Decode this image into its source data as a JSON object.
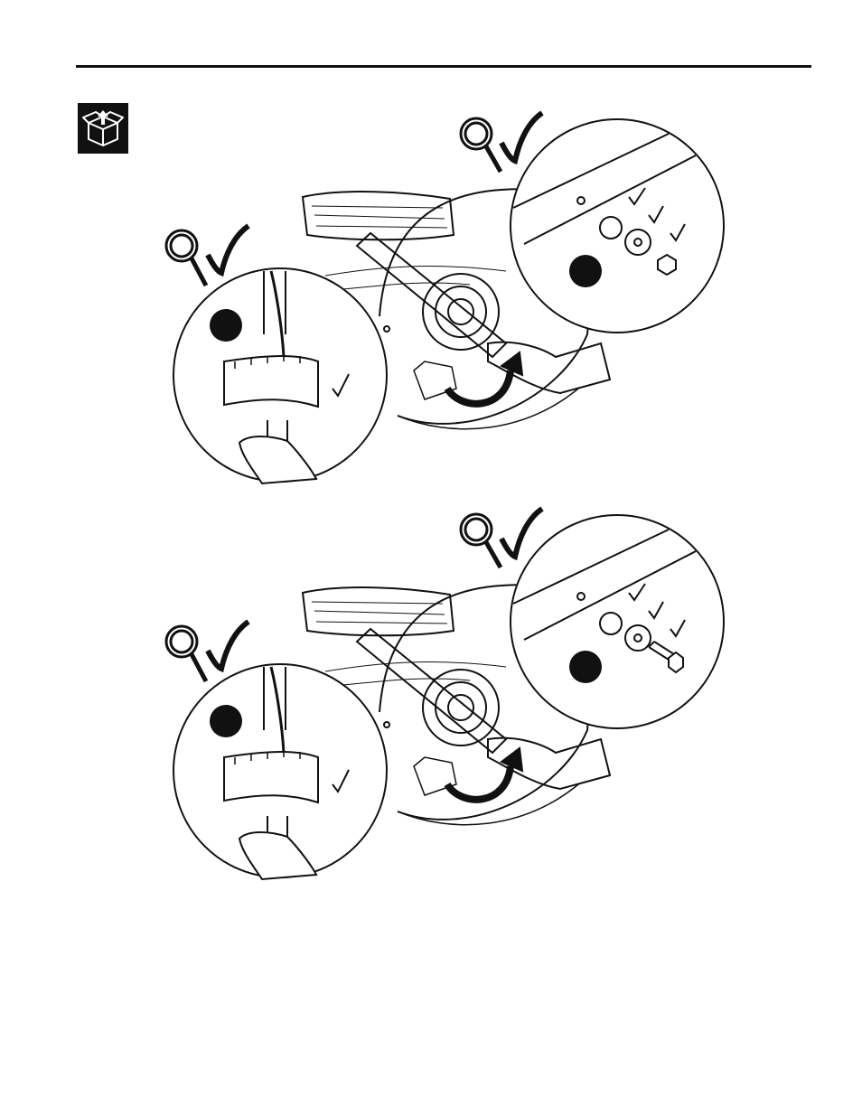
{
  "page": {
    "header_rule": true,
    "icon": "unpack-box-icon"
  },
  "figures": [
    {
      "id": "fig-top",
      "description_icons": [
        "magnifier-icon",
        "check-icon",
        "arrow-rotate-icon",
        "torque-wrench-icon"
      ],
      "detail_parts": [
        "washer",
        "washer",
        "nut"
      ]
    },
    {
      "id": "fig-bottom",
      "description_icons": [
        "magnifier-icon",
        "check-icon",
        "arrow-rotate-icon",
        "torque-wrench-icon"
      ],
      "detail_parts": [
        "washer",
        "washer",
        "bolt"
      ]
    }
  ],
  "colors": {
    "ink": "#111111",
    "paper": "#ffffff"
  }
}
